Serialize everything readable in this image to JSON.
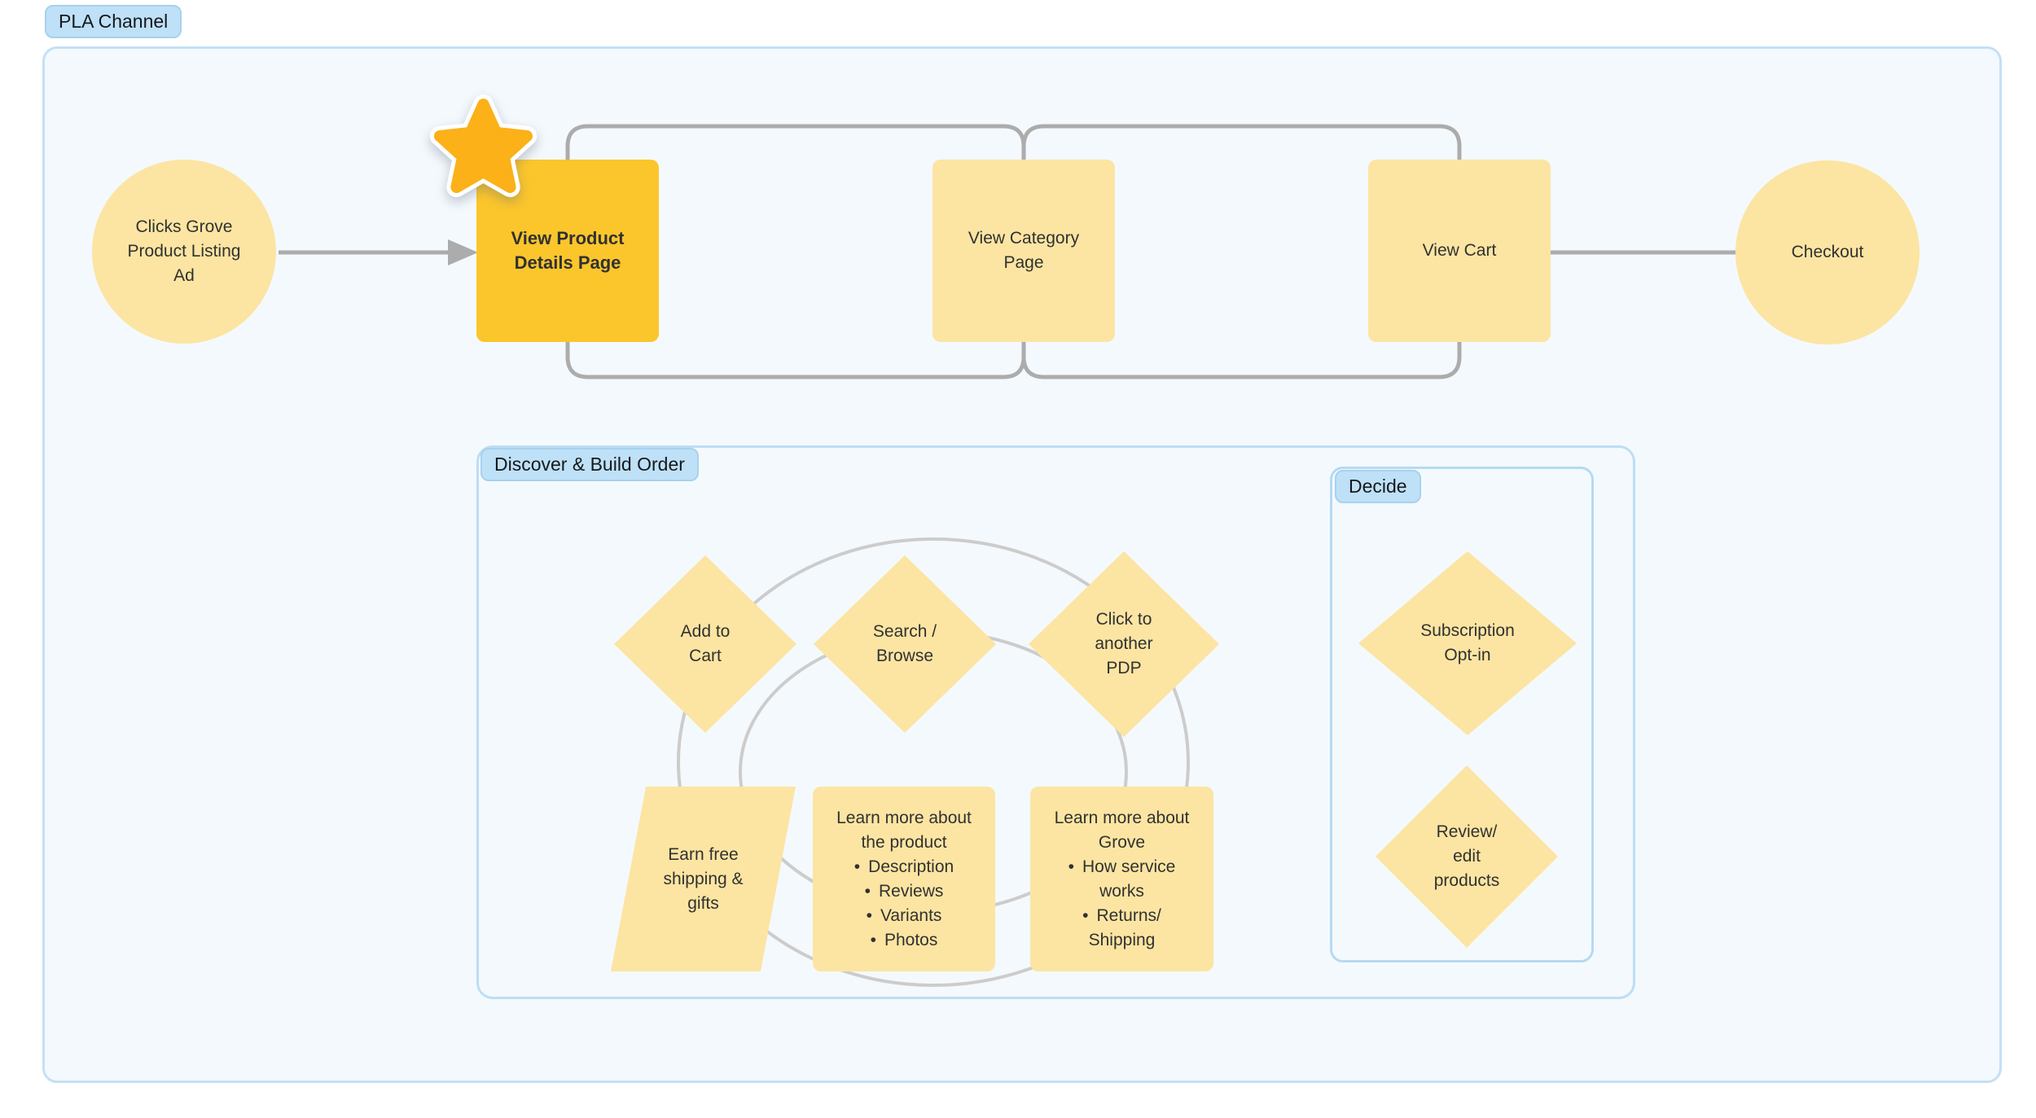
{
  "colors": {
    "page_background": "#FFFFFF",
    "region_background": "#F4F9FD",
    "region_border_blue": "#C3E0F6",
    "label_pill_blue": "#BEE1F8",
    "note_yellow": "#FCE5A2",
    "highlight_yellow": "#FBC62C",
    "star_gold": "#FBB117",
    "connector_gray": "#ACACAC",
    "loop_gray": "#CCCCCC",
    "text": "#313131"
  },
  "icons": {
    "star_badge": "star-icon",
    "arrow": "arrow-right-icon",
    "bullet_char": "•"
  },
  "pla_channel": {
    "label": "PLA Channel",
    "nodes": {
      "clicks_ad": "Clicks Grove\nProduct Listing\nAd",
      "view_pdp": "View Product\nDetails Page",
      "view_category": "View Category\nPage",
      "view_cart": "View Cart",
      "checkout": "Checkout"
    }
  },
  "discover": {
    "label": "Discover & Build Order",
    "nodes": {
      "add_to_cart": "Add to\nCart",
      "search_browse": "Search /\nBrowse",
      "click_another_pdp": "Click to\nanother\nPDP",
      "earn_free": "Earn free\nshipping &\ngifts",
      "learn_product": {
        "title": "Learn more about\nthe product",
        "bullets": [
          "Description",
          "Reviews",
          "Variants",
          "Photos"
        ]
      },
      "learn_grove": {
        "title": "Learn more about\nGrove",
        "bullets": [
          "How service\nworks",
          "Returns/\nShipping"
        ]
      }
    }
  },
  "decide": {
    "label": "Decide",
    "nodes": {
      "subscription": "Subscription\nOpt-in",
      "review_edit": "Review/\nedit\nproducts"
    }
  }
}
